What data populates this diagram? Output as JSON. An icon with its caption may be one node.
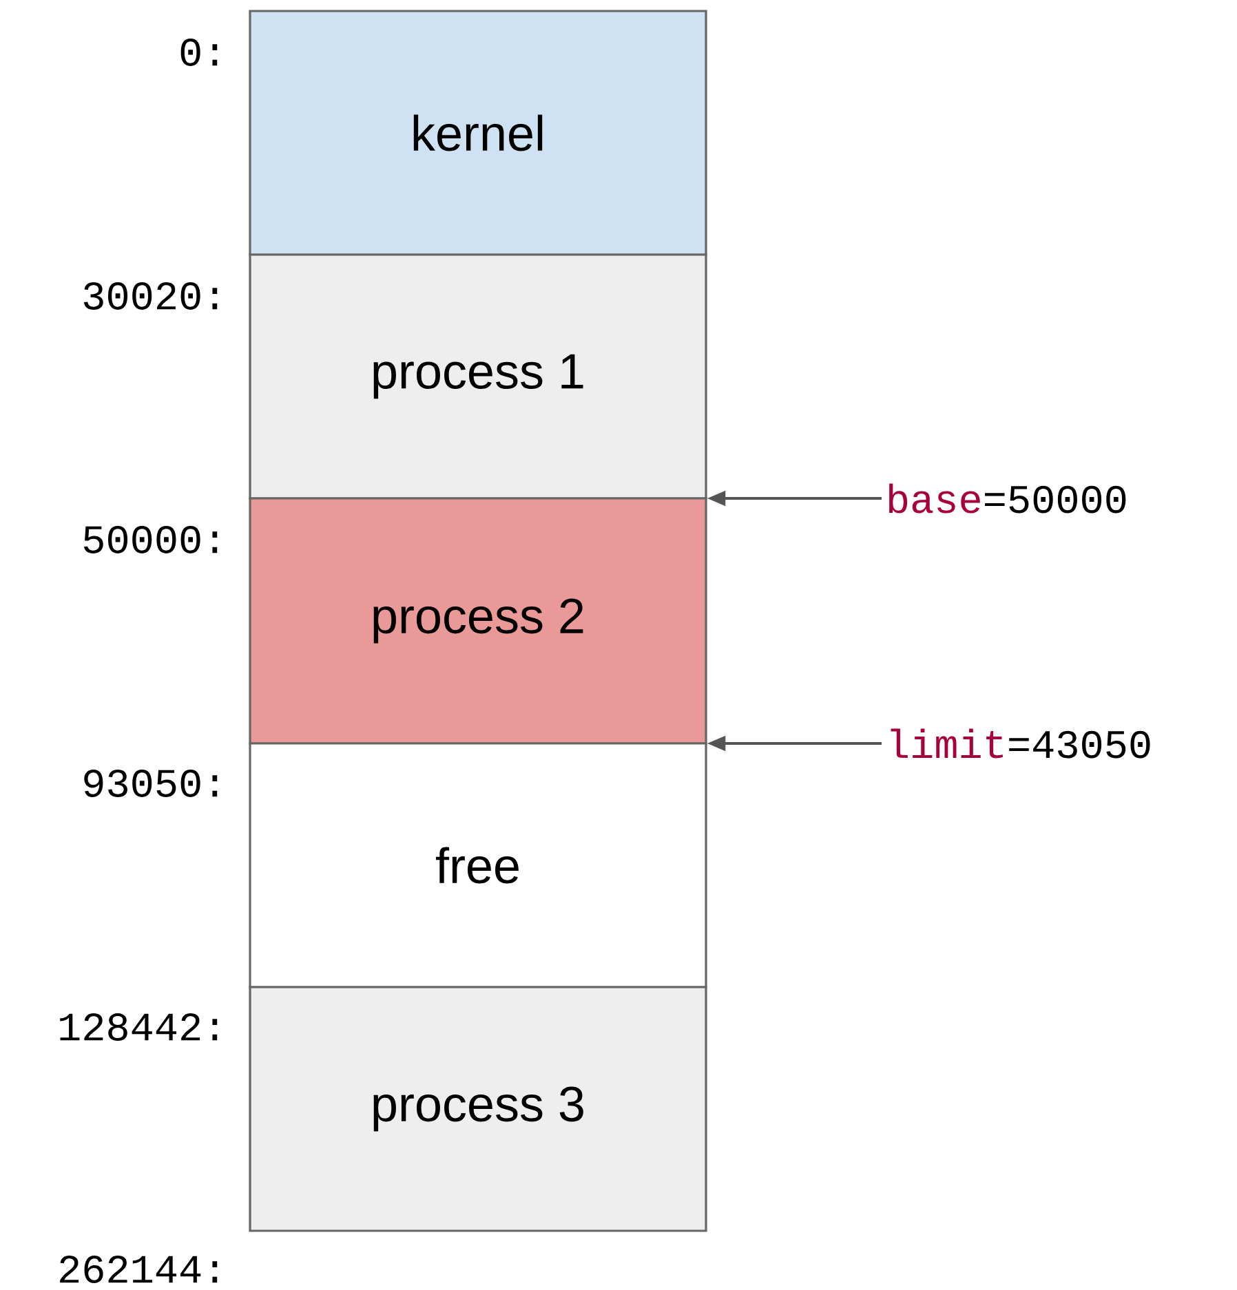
{
  "diagram": {
    "nodes": [
      {
        "text": [
          "kernel"
        ]
      },
      {
        "text": [
          "process 1"
        ]
      },
      {
        "text": [
          "process 2"
        ]
      },
      {
        "text": [
          "free"
        ]
      },
      {
        "text": [
          "process 3"
        ]
      },
      {
        "text": [
          "base",
          "=50000"
        ]
      },
      {
        "text": [
          "limit",
          "=43050"
        ]
      }
    ],
    "edges": [
      {
        "from": 5,
        "to": 2,
        "arrow": "to"
      },
      {
        "from": 6,
        "to": 2,
        "arrow": "to"
      }
    ],
    "labels": [
      "0:",
      "30020:",
      "50000:",
      "93050:",
      "128442:",
      "262144:"
    ]
  }
}
